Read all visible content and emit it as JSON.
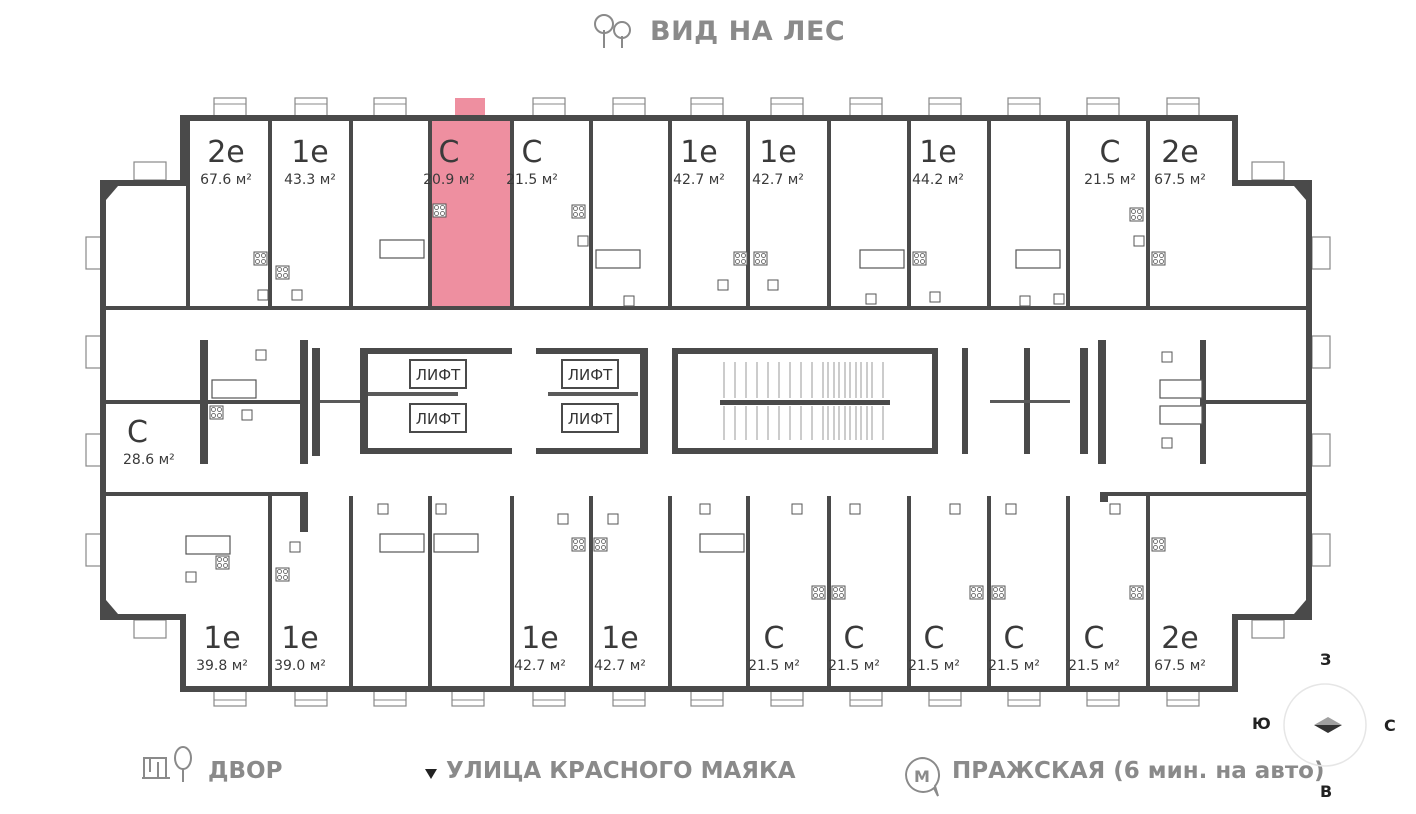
{
  "header": {
    "view_label": "ВИД НА ЛЕС"
  },
  "footer": {
    "yard_label": "ДВОР",
    "street_label": "УЛИЦА КРАСНОГО МАЯКА",
    "metro_label": "ПРАЖСКАЯ (6 мин. на авто)",
    "metro_icon_letter": "М"
  },
  "compass": {
    "north": "З",
    "west": "Ю",
    "east": "С",
    "south": "В"
  },
  "elevators": [
    "ЛИФТ",
    "ЛИФТ",
    "ЛИФТ",
    "ЛИФТ"
  ],
  "colors": {
    "wall": "#4a4a4a",
    "highlight": "#ee8fa0",
    "text_gray": "#8a8a8a"
  },
  "apartments": {
    "top": [
      {
        "type": "2е",
        "area": "67.6 м²"
      },
      {
        "type": "1е",
        "area": "43.3 м²"
      },
      {
        "type": "С",
        "area": "20.9 м²",
        "highlighted": true
      },
      {
        "type": "С",
        "area": "21.5 м²"
      },
      {
        "type": "1е",
        "area": "42.7 м²"
      },
      {
        "type": "1е",
        "area": "42.7 м²"
      },
      {
        "type": "1е",
        "area": "44.2 м²"
      },
      {
        "type": "С",
        "area": "21.5 м²"
      },
      {
        "type": "2е",
        "area": "67.5 м²"
      }
    ],
    "left": [
      {
        "type": "С",
        "area": "28.6 м²"
      }
    ],
    "bottom": [
      {
        "type": "1е",
        "area": "39.8 м²"
      },
      {
        "type": "1е",
        "area": "39.0 м²"
      },
      {
        "type": "1е",
        "area": "42.7 м²"
      },
      {
        "type": "1е",
        "area": "42.7 м²"
      },
      {
        "type": "С",
        "area": "21.5 м²"
      },
      {
        "type": "С",
        "area": "21.5 м²"
      },
      {
        "type": "С",
        "area": "21.5 м²"
      },
      {
        "type": "С",
        "area": "21.5 м²"
      },
      {
        "type": "С",
        "area": "21.5 м²"
      },
      {
        "type": "2е",
        "area": "67.5 м²"
      }
    ]
  }
}
